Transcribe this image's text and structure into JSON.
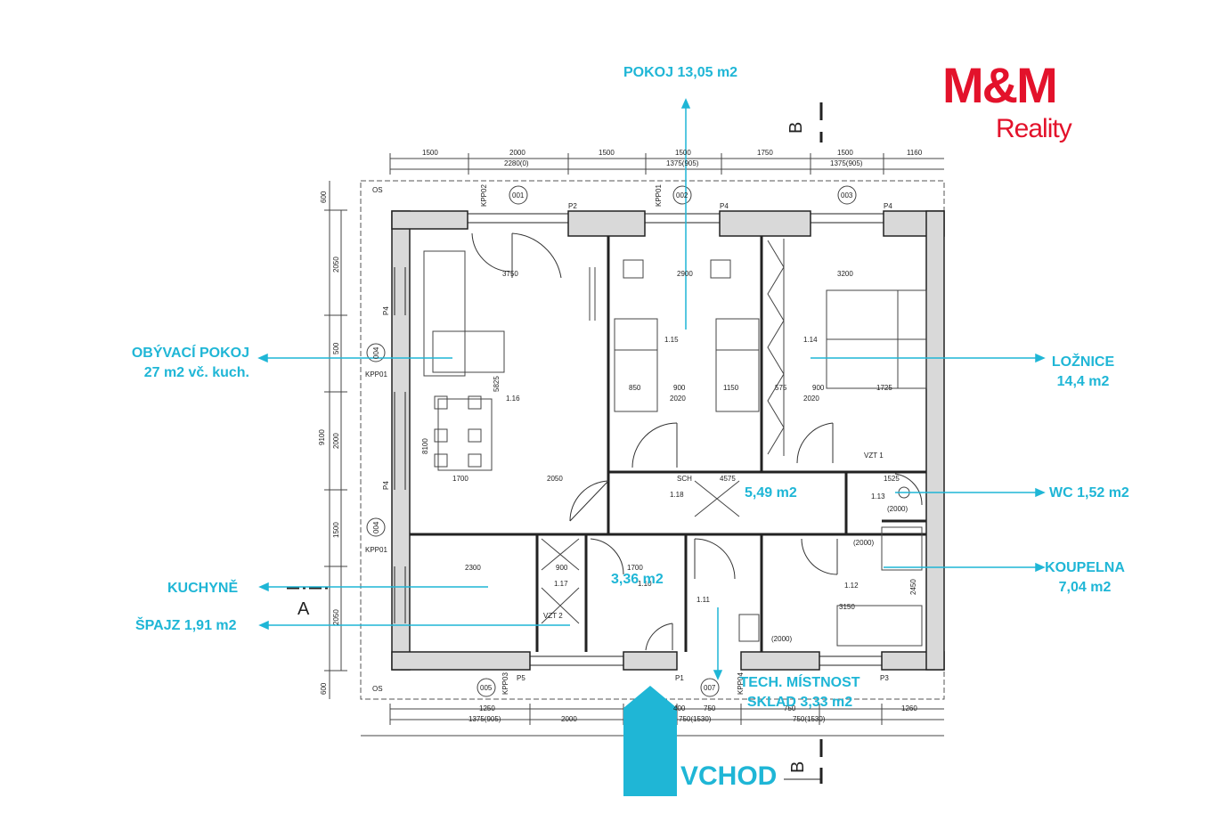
{
  "brand": {
    "logo_text": "M&M",
    "logo_subtext": "Reality",
    "color": "#e3122b"
  },
  "accent_color": "#1fb6d6",
  "entrance": {
    "label": "VCHOD"
  },
  "rooms": {
    "pokoj": {
      "name": "POKOJ 13,05 m2"
    },
    "obyvaci": {
      "line1": "OBÝVACÍ POKOJ",
      "line2": "27 m2  vč. kuch."
    },
    "loznice": {
      "line1": "LOŽNICE",
      "line2": "14,4 m2"
    },
    "wc": {
      "name": "WC 1,52 m2"
    },
    "koupelna": {
      "line1": "KOUPELNA",
      "line2": "7,04 m2"
    },
    "kuchyne": {
      "name": "KUCHYNĚ"
    },
    "spajz": {
      "name": "ŠPAJZ  1,91 m2"
    },
    "chodba": {
      "area": "5,49 m2"
    },
    "zadveri": {
      "area": "3,36 m2"
    },
    "tech": {
      "line1": "TECH. MÍSTNOST",
      "line2": "SKLAD 3,33 m2"
    }
  },
  "room_numbers": [
    "1.15",
    "1.14",
    "1.16",
    "1.18",
    "1.13",
    "1.17",
    "1.10",
    "1.11",
    "1.12"
  ],
  "top_dims_1": [
    "1500",
    "2000",
    "1500",
    "1500",
    "1750",
    "1500",
    "1160"
  ],
  "top_dims_2": [
    "2280(0)",
    "1375(905)",
    "1375(905)"
  ],
  "bottom_dims_1": [
    "1250",
    "400",
    "750",
    "750",
    "1260"
  ],
  "bottom_dims_2": [
    "1375(905)",
    "2000",
    "750(1530)",
    "750(1530)"
  ],
  "left_dims": [
    "600",
    "2050",
    "500",
    "2000",
    "1500",
    "2050",
    "600",
    "9100"
  ],
  "inner_dims": [
    "3750",
    "2900",
    "3200",
    "850",
    "900",
    "1150",
    "575",
    "900",
    "1725",
    "2020",
    "2020",
    "1700",
    "2050",
    "4575",
    "1525",
    "2300",
    "900",
    "1700",
    "3150",
    "2450",
    "5825",
    "8100"
  ],
  "tags": [
    "KPP02",
    "KPP01",
    "KPP01",
    "KPP01",
    "KPP03",
    "KPP04",
    "VZT 1",
    "VZT 2",
    "SCH",
    "(2000)",
    "(2000)",
    "(2000)"
  ],
  "markers": [
    "001",
    "002",
    "003",
    "004",
    "004",
    "005",
    "007"
  ],
  "axis_labels": [
    "P2",
    "P4",
    "P4",
    "P4",
    "P4",
    "P5",
    "P1",
    "P3",
    "OS",
    "OS"
  ],
  "section_labels": {
    "a": "A",
    "b": "B"
  }
}
